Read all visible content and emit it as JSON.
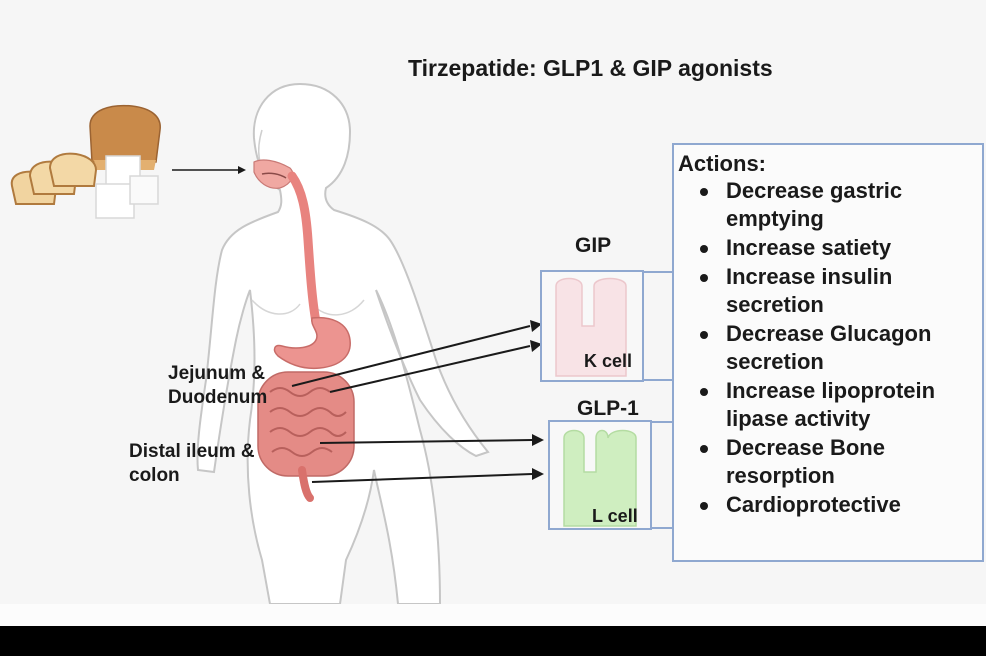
{
  "title": "Tirzepatide: GLP1 & GIP agonists",
  "labels": {
    "jejunum": [
      "Jejunum &",
      "Duodenum"
    ],
    "ileum": [
      "Distal ileum &",
      "colon"
    ]
  },
  "gip": {
    "name": "GIP",
    "cell": "K cell"
  },
  "glp1": {
    "name": "GLP-1",
    "cell": "L cell"
  },
  "actions": {
    "heading": "Actions:",
    "items": [
      [
        "Decrease gastric",
        "emptying"
      ],
      [
        "Increase satiety"
      ],
      [
        "Increase insulin",
        "secretion"
      ],
      [
        "Decrease Glucagon",
        "secretion"
      ],
      [
        "Increase lipoprotein",
        "lipase activity"
      ],
      [
        "Decrease Bone",
        "resorption"
      ],
      [
        "Cardioprotective"
      ]
    ]
  },
  "colors": {
    "box_border": "#8fa8d0",
    "k_cell_fill": "#f8e3e6",
    "l_cell_fill": "#cfeec0",
    "gut": "#e8837f"
  },
  "icons": [
    "bread-icon",
    "sugar-cube-icon",
    "human-body-icon",
    "stomach-icon",
    "intestine-icon"
  ]
}
